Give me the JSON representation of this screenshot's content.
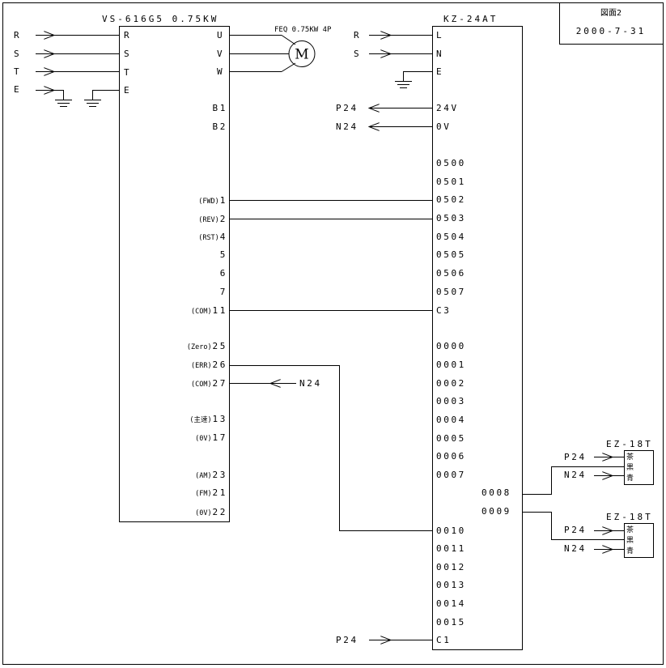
{
  "stamp": {
    "title": "図面2",
    "date": "2000-7-31"
  },
  "inverter": {
    "name": "VS-616G5  0.75KW",
    "left_pins": [
      "R",
      "S",
      "T",
      "E"
    ],
    "right_pins": [
      "U",
      "V",
      "W"
    ],
    "b_pins": [
      "B1",
      "B2"
    ],
    "signals": [
      {
        "tag": "(FWD)",
        "num": "1"
      },
      {
        "tag": "(REV)",
        "num": "2"
      },
      {
        "tag": "(RST)",
        "num": "4"
      },
      {
        "tag": "",
        "num": "5"
      },
      {
        "tag": "",
        "num": "6"
      },
      {
        "tag": "",
        "num": "7"
      },
      {
        "tag": "(COM)",
        "num": "11"
      },
      {
        "tag": "(Zero)",
        "num": "25"
      },
      {
        "tag": "(ERR)",
        "num": "26"
      },
      {
        "tag": "(COM)",
        "num": "27"
      },
      {
        "tag": "(主速)",
        "num": "13"
      },
      {
        "tag": "(0V)",
        "num": "17"
      },
      {
        "tag": "(AM)",
        "num": "23"
      },
      {
        "tag": "(FM)",
        "num": "21"
      },
      {
        "tag": "(0V)",
        "num": "22"
      }
    ],
    "input_labels": [
      "R",
      "S",
      "T",
      "E"
    ]
  },
  "motor": {
    "label": "FEQ 0.75KW 4P",
    "symbol": "M"
  },
  "plc": {
    "name": "KZ-24AT",
    "power_pins": [
      "L",
      "N",
      "E"
    ],
    "power_inputs": [
      "R",
      "S"
    ],
    "supply_pins": [
      "24V",
      "0V"
    ],
    "supply_outputs": [
      "P24",
      "N24"
    ],
    "inputs": [
      "0500",
      "0501",
      "0502",
      "0503",
      "0504",
      "0505",
      "0506",
      "0507",
      "C3"
    ],
    "outputs": [
      "0000",
      "0001",
      "0002",
      "0003",
      "0004",
      "0005",
      "0006",
      "0007"
    ],
    "extra_outputs": [
      "0008",
      "0009"
    ],
    "outputs_lower": [
      "0010",
      "0011",
      "0012",
      "0013",
      "0014",
      "0015",
      "C1"
    ],
    "c1_input": "P24"
  },
  "n24_arrow": "N24",
  "indicators": [
    {
      "name": "EZ-18T",
      "p": "P24",
      "n": "N24",
      "colors": [
        "茶",
        "黒",
        "青"
      ]
    },
    {
      "name": "EZ-18T",
      "p": "P24",
      "n": "N24",
      "colors": [
        "茶",
        "黒",
        "青"
      ]
    }
  ]
}
